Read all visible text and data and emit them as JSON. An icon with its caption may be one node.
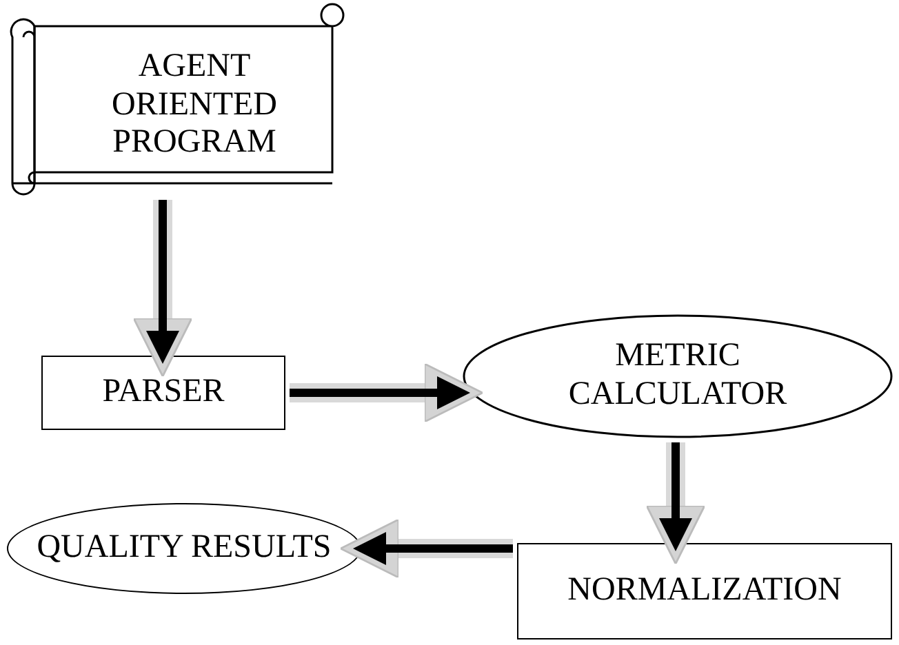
{
  "diagram": {
    "nodes": [
      {
        "text": [
          "AGENT ORIENTED PROGRAM"
        ]
      },
      {
        "text": [
          "PARSER"
        ]
      },
      {
        "text": [
          "METRIC CALCULATOR"
        ]
      },
      {
        "text": [
          "NORMALIZATION"
        ]
      },
      {
        "text": [
          "QUALITY RESULTS"
        ]
      }
    ],
    "edges": [
      {
        "from": 0,
        "to": 1,
        "arrow": "to"
      },
      {
        "from": 1,
        "to": 2,
        "arrow": "to"
      },
      {
        "from": 2,
        "to": 3,
        "arrow": "to"
      },
      {
        "from": 3,
        "to": 4,
        "arrow": "to"
      }
    ]
  }
}
